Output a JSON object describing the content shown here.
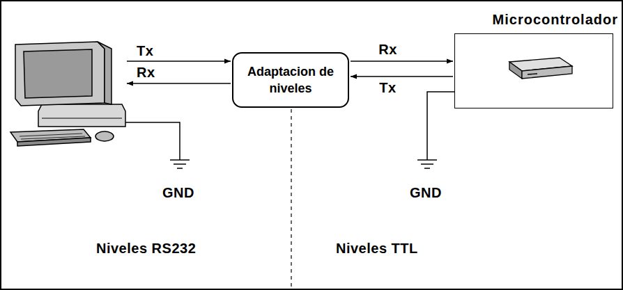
{
  "diagram": {
    "nodes": [
      {
        "text": [
          "Adaptacion de niveles"
        ]
      },
      {
        "text": [
          "Microcontrolador"
        ]
      }
    ],
    "edges": [
      {
        "from": 0,
        "to": 1,
        "label": "Rx",
        "arrow": "to"
      },
      {
        "from": 1,
        "to": 0,
        "label": "Tx",
        "arrow": "to"
      }
    ],
    "labels": [
      "Tx",
      "Rx",
      "GND",
      "GND",
      "Niveles RS232",
      "Niveles TTL"
    ]
  }
}
